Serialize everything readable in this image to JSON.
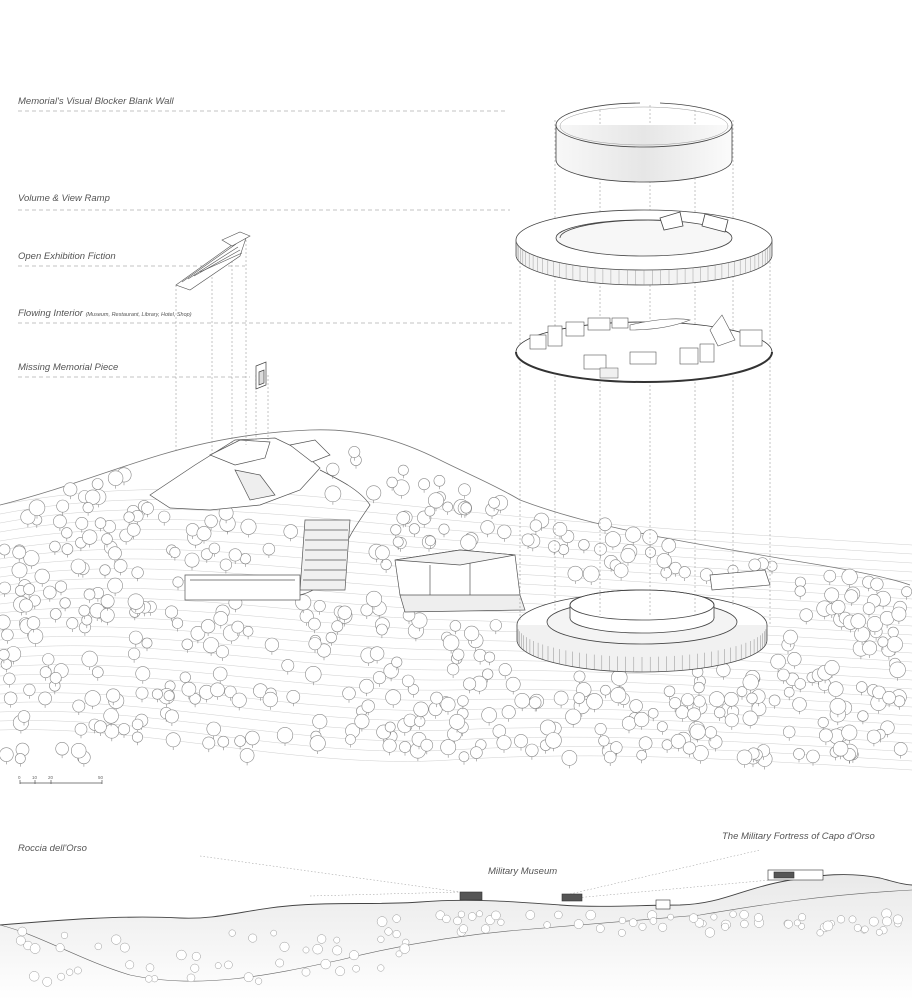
{
  "labels": {
    "blank_wall": "Memorial's Visual Blocker Blank Wall",
    "volume_ramp": "Volume & View Ramp",
    "open_exhibition": "Open Exhibition Fiction",
    "flowing_interior": "Flowing Interior",
    "flowing_interior_detail": "(Museum, Restaurant, Library, Hotel, Shop)",
    "missing_piece": "Missing Memorial Piece"
  },
  "scale_bar": {
    "ticks": [
      "0",
      "10",
      "20",
      "50"
    ]
  },
  "section": {
    "left_label": "Roccia dell'Orso",
    "museum_label": "Military Museum",
    "fortress_label": "The Military Fortress of Capo d'Orso"
  },
  "colors": {
    "line": "#555555",
    "light_line": "#bbbbbb",
    "fill_light": "#f2f2f2"
  }
}
